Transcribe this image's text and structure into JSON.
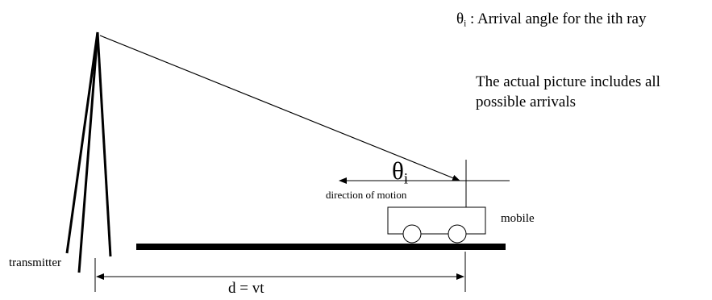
{
  "legend": {
    "symbol": "θ",
    "subscript": "i",
    "text": " : Arrival angle for the ith ray"
  },
  "note": {
    "line1": "The actual picture includes all",
    "line2": "possible arrivals"
  },
  "angle_label": {
    "symbol": "θ",
    "subscript": "i"
  },
  "motion_label": "direction of motion",
  "mobile_label": "mobile",
  "transmitter_label": "transmitter",
  "distance_label": "d = vt",
  "colors": {
    "ink": "#000000",
    "background": "#ffffff"
  }
}
